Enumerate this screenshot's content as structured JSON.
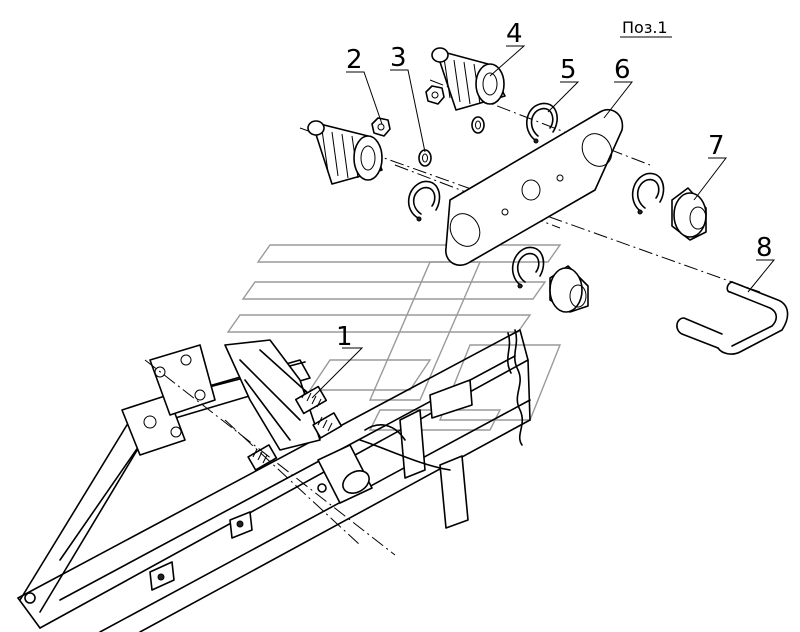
{
  "drawing": {
    "section_label": "Поз.1",
    "callouts": [
      {
        "id": "c1",
        "text": "1"
      },
      {
        "id": "c2",
        "text": "2"
      },
      {
        "id": "c3",
        "text": "3"
      },
      {
        "id": "c4",
        "text": "4"
      },
      {
        "id": "c5",
        "text": "5"
      },
      {
        "id": "c6",
        "text": "6"
      },
      {
        "id": "c7",
        "text": "7"
      },
      {
        "id": "c8",
        "text": "8"
      }
    ]
  }
}
